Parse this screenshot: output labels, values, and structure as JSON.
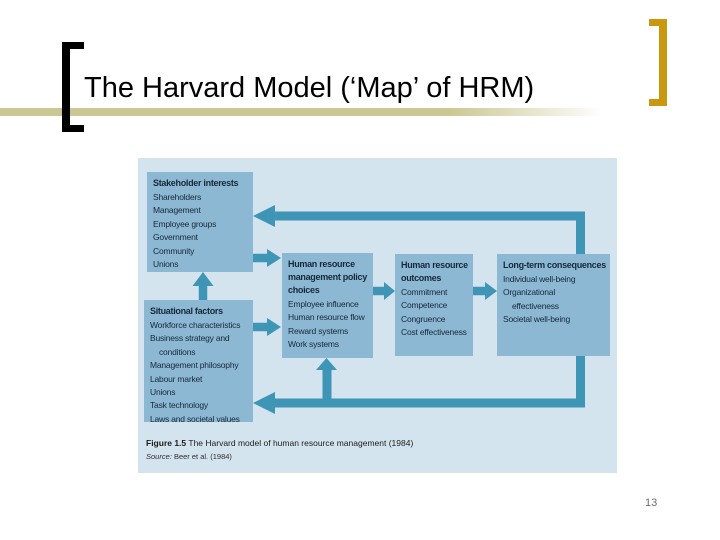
{
  "slide": {
    "title": "The Harvard Model (‘Map’ of HRM)",
    "page_number": "13"
  },
  "colors": {
    "accent_gold": "#c9980f",
    "underline_olive": "#cbc692",
    "panel_bg": "#d3e4ef",
    "box_fill": "#8cb8d3",
    "box_text": "#16293a",
    "arrow": "#3f95b6"
  },
  "diagram": {
    "boxes": [
      {
        "title": "Stakeholder interests",
        "items": [
          "Shareholders",
          "Management",
          "Employee groups",
          "Government",
          "Community",
          "Unions"
        ]
      },
      {
        "title": "Situational factors",
        "items": [
          "Workforce characteristics",
          "Business strategy and",
          "conditions",
          "Management philosophy",
          "Labour market",
          "Unions",
          "Task technology",
          "Laws and societal values"
        ]
      },
      {
        "title": "Human resource\nmanagement policy\nchoices",
        "items": [
          "Employee influence",
          "Human resource flow",
          "Reward systems",
          "Work systems"
        ]
      },
      {
        "title": "Human resource\noutcomes",
        "items": [
          "Commitment",
          "Competence",
          "Congruence",
          "Cost effectiveness"
        ]
      },
      {
        "title": "Long-term consequences",
        "items": [
          "Individual well-being",
          "Organizational",
          "effectiveness",
          "Societal well-being"
        ]
      }
    ],
    "caption": {
      "figure_label": "Figure 1.5",
      "text": "The Harvard model of human resource management (1984)"
    },
    "source": {
      "label": "Source:",
      "text": "Beer et al. (1984)"
    }
  }
}
